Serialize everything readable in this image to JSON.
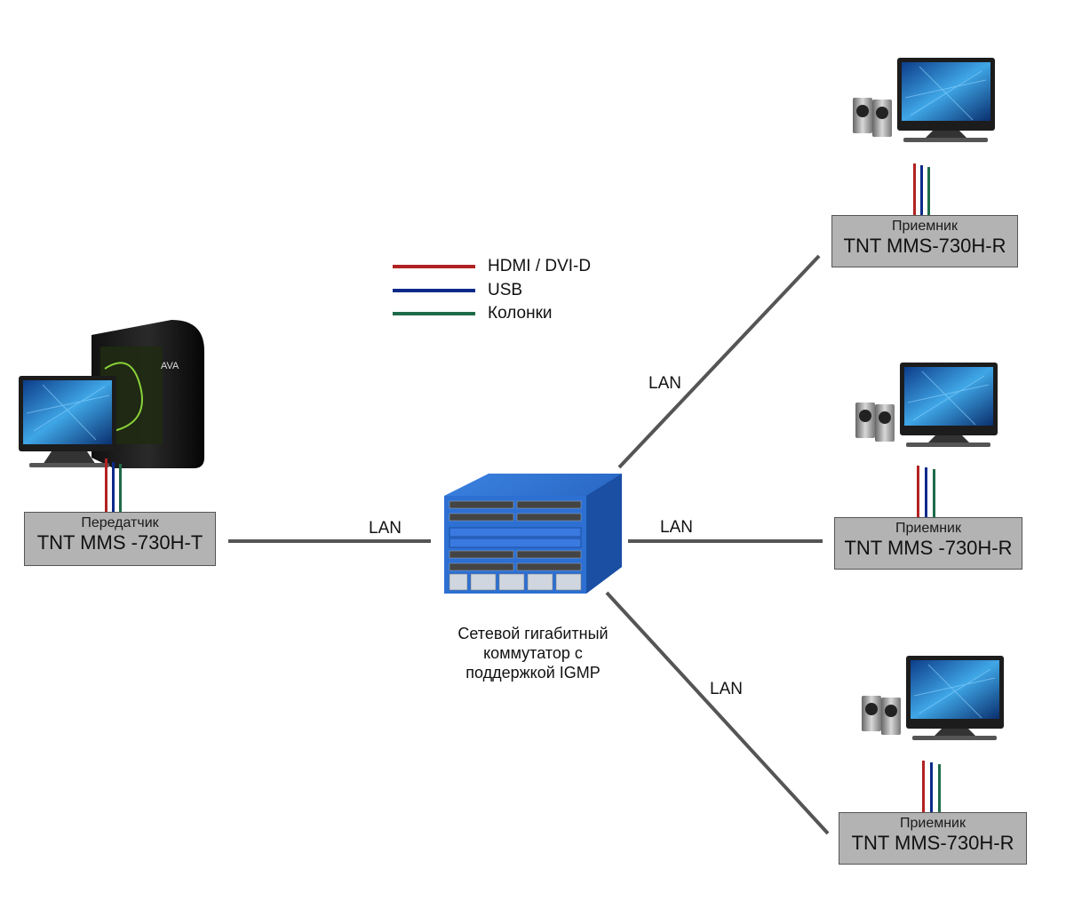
{
  "legend": [
    {
      "label": "HDMI / DVI-D",
      "color": "#b22222"
    },
    {
      "label": "USB",
      "color": "#0b2a8a"
    },
    {
      "label": "Колонки",
      "color": "#1e6b4a"
    }
  ],
  "transmitter": {
    "role": "Передатчик",
    "model": "TNT MMS -730H-T"
  },
  "receivers": [
    {
      "role": "Приемник",
      "model": "TNT MMS-730H-R"
    },
    {
      "role": "Приемник",
      "model": "TNT MMS -730H-R"
    },
    {
      "role": "Приемник",
      "model": "TNT MMS-730H-R"
    }
  ],
  "switch": {
    "caption_lines": [
      "Сетевой гигабитный",
      "коммутатор с",
      "поддержкой IGMP"
    ]
  },
  "links": [
    {
      "label": "LAN"
    },
    {
      "label": "LAN"
    },
    {
      "label": "LAN"
    },
    {
      "label": "LAN"
    }
  ],
  "colors": {
    "wire": "#555555",
    "box_fill": "#b3b3b3",
    "switch_blue": "#2a6fd6"
  }
}
